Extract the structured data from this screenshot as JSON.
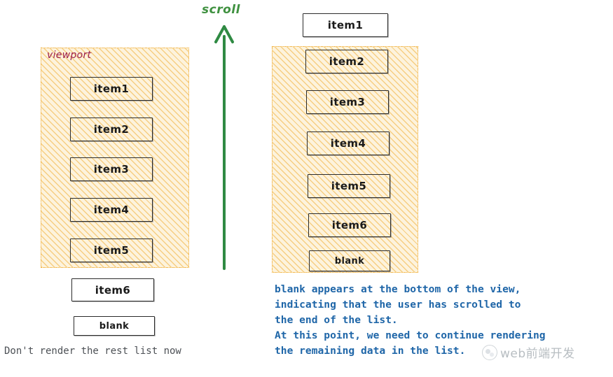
{
  "diagram": {
    "title_hidden": "",
    "scroll": {
      "label": "scroll",
      "direction": "up",
      "color": "#3f9140",
      "icon": "arrow-up-icon"
    },
    "left_panel": {
      "viewport_label": "viewport",
      "viewport_label_color": "#9c1f4b",
      "hatch_color": "#f0a828",
      "items_in_viewport": [
        {
          "label": "item1"
        },
        {
          "label": "item2"
        },
        {
          "label": "item3"
        },
        {
          "label": "item4"
        },
        {
          "label": "item5"
        }
      ],
      "items_below_viewport": [
        {
          "label": "item6"
        },
        {
          "label": "blank"
        }
      ],
      "caption": "Don't render the rest list now",
      "caption_color": "#4d5156"
    },
    "right_panel": {
      "items_above_viewport": [
        {
          "label": "item1"
        }
      ],
      "items_in_viewport": [
        {
          "label": "item2"
        },
        {
          "label": "item3"
        },
        {
          "label": "item4"
        },
        {
          "label": "item5"
        },
        {
          "label": "item6"
        },
        {
          "label": "blank"
        }
      ],
      "hatch_color": "#f0a828",
      "caption_color": "#1f66a8",
      "caption_lines": [
        "blank appears at the bottom of the view,",
        "indicating that the user has scrolled to",
        "the end of the list.",
        "At this point, we need to continue rendering",
        "the remaining data in the list."
      ]
    },
    "watermark": {
      "text": "web前端开发",
      "icon": "circles-logo-icon"
    }
  }
}
